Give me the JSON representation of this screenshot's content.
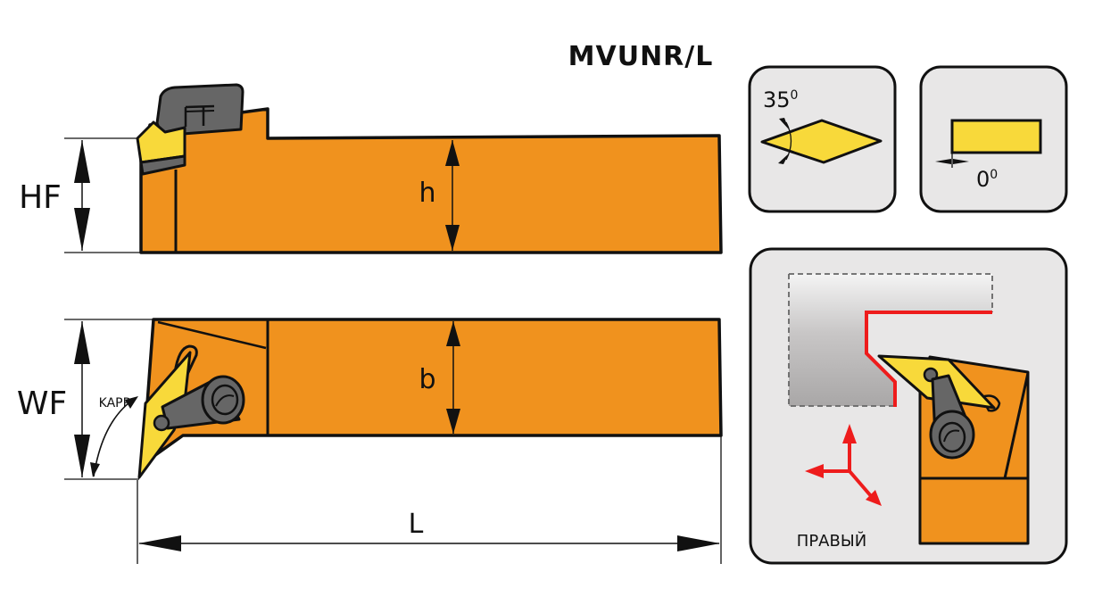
{
  "title": "MVUNR/L",
  "colors": {
    "body": "#F0921E",
    "insert": "#F8D93A",
    "clamp": "#666666",
    "outline": "#111111",
    "panel": "#E8E7E7",
    "path_red": "#EE1C1C"
  },
  "side_view": {
    "hf_label": "HF",
    "h_label": "h"
  },
  "top_view": {
    "wf_label": "WF",
    "kapr_label": "KAPR",
    "b_label": "b"
  },
  "length_label": "L",
  "panels": {
    "insert_angle": {
      "icon": "rhombic-insert-icon",
      "value": "35",
      "unit": "0"
    },
    "clearance_angle": {
      "icon": "insert-clearance-icon",
      "value": "0",
      "unit": "0"
    },
    "hand": {
      "icon": "right-hand-turning-icon",
      "label": "ПРАВЫЙ"
    }
  }
}
